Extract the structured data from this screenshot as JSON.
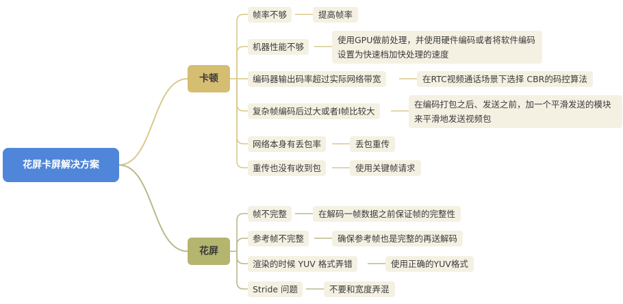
{
  "colors": {
    "root_bg": "#4f86d9",
    "kadun_bg": "#d5bd72",
    "huaping_bg": "#b4b56e",
    "leaf_bg": "#f4f1e3",
    "kadun_line": "#d9c98a",
    "huaping_line": "#b8b98a"
  },
  "root": {
    "label": "花屏卡屏解决方案"
  },
  "branches": [
    {
      "label": "卡顿",
      "items": [
        {
          "cause": "帧率不够",
          "solution": "提高帧率"
        },
        {
          "cause": "机器性能不够",
          "solution": "使用GPU做前处理，并使用硬件编码或者将软件编码设置为快速档加快处理的速度"
        },
        {
          "cause": "编码器输出码率超过实际网络带宽",
          "solution": "在RTC视频通话场景下选择 CBR的码控算法"
        },
        {
          "cause": "复杂帧编码后过大或者I帧比较大",
          "solution": "在编码打包之后、发送之前，加一个平滑发送的模块来平滑地发送视频包"
        },
        {
          "cause": "网络本身有丢包率",
          "solution": "丢包重传"
        },
        {
          "cause": "重传也没有收到包",
          "solution": "使用关键帧请求"
        }
      ]
    },
    {
      "label": "花屏",
      "items": [
        {
          "cause": "帧不完整",
          "solution": "在解码一帧数据之前保证帧的完整性"
        },
        {
          "cause": "参考帧不完整",
          "solution": "确保参考帧也是完整的再送解码"
        },
        {
          "cause": "渲染的时候 YUV 格式弄错",
          "solution": "使用正确的YUV格式"
        },
        {
          "cause": "Stride 问题",
          "solution": "不要和宽度弄混"
        }
      ]
    }
  ]
}
